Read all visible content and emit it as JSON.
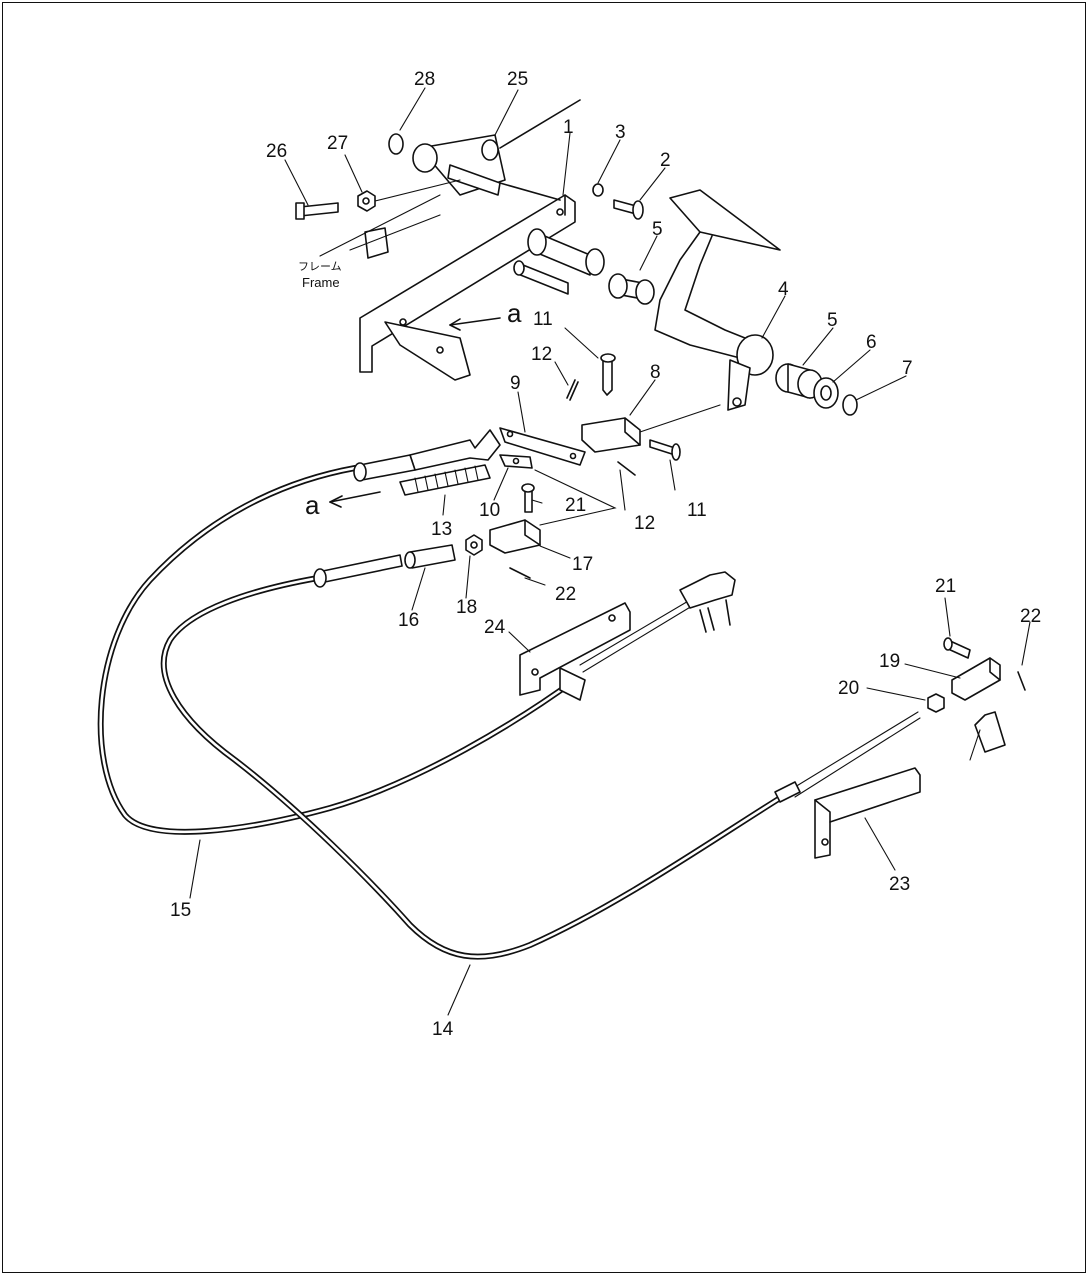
{
  "diagram": {
    "part_numbers": [
      "1",
      "2",
      "3",
      "4",
      "5",
      "5",
      "6",
      "7",
      "8",
      "9",
      "10",
      "11",
      "11",
      "12",
      "12",
      "13",
      "14",
      "15",
      "16",
      "17",
      "18",
      "19",
      "20",
      "21",
      "21",
      "22",
      "22",
      "23",
      "24",
      "25",
      "26",
      "27",
      "28"
    ],
    "frame_label_jp": "フレーム",
    "frame_label_en": "Frame",
    "view_marker": "a"
  }
}
